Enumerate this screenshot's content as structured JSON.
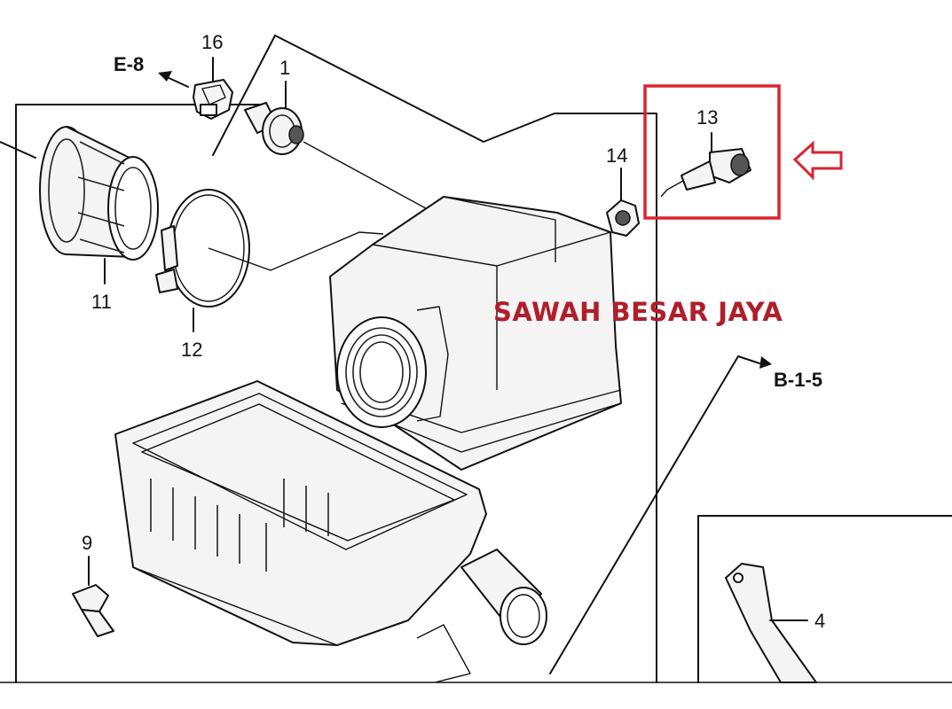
{
  "diagram": {
    "callouts": [
      {
        "id": "16",
        "text": "16"
      },
      {
        "id": "1",
        "text": "1"
      },
      {
        "id": "13",
        "text": "13"
      },
      {
        "id": "14",
        "text": "14"
      },
      {
        "id": "11",
        "text": "11"
      },
      {
        "id": "12",
        "text": "12"
      },
      {
        "id": "9",
        "text": "9"
      },
      {
        "id": "4",
        "text": "4"
      }
    ],
    "references": [
      {
        "id": "e8",
        "text": "E-8"
      },
      {
        "id": "b15",
        "text": "B-1-5"
      }
    ],
    "watermark": {
      "text": "SAWAH BESAR JAYA",
      "color": "#b01e2b"
    },
    "highlight": {
      "target": "13",
      "color": "#d9252f"
    }
  }
}
